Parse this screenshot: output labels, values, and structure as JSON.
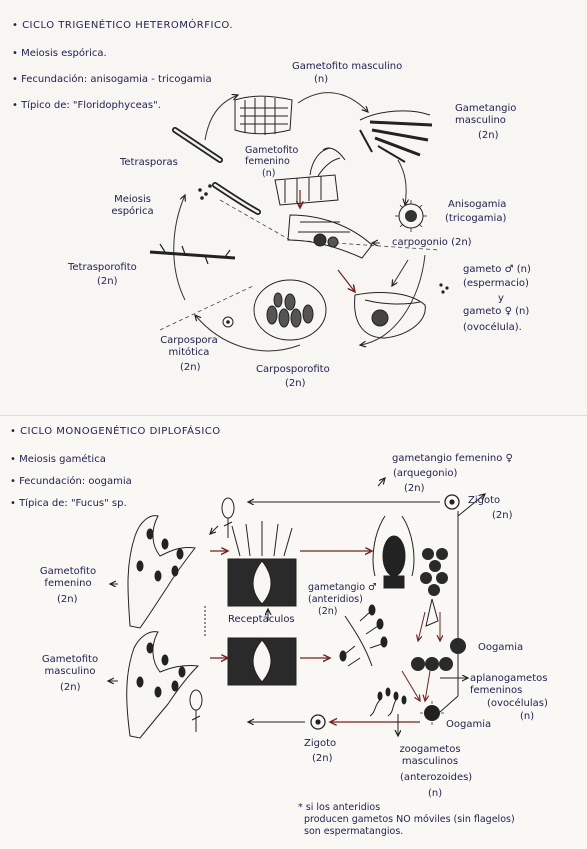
{
  "top": {
    "bullets": [
      "CICLO TRIGENÉTICO HETEROMÓRFICO.",
      "Meiosis espórica.",
      "Fecundación: anisogamia - tricogamia",
      "Típico de: \"Floridophyceas\"."
    ],
    "labels": {
      "gametofito_masculino": "Gametofito masculino",
      "gametofito_masculino_ploidy": "(n)",
      "gametangio_masculino": "Gametangio masculino",
      "gametangio_masculino_ploidy": "(2n)",
      "tetrasporas": "Tetrasporas",
      "gametofito_femenino": "Gametofito femenino",
      "gametofito_femenino_ploidy": "(n)",
      "meiosis_esporica": "Meiosis espórica",
      "anisogamia": "Anisogamia",
      "tricogamia": "(tricogamia)",
      "carpogonio": "carpogonio (2n)",
      "tetrasporofito": "Tetrasporofito",
      "tetrasporofito_ploidy": "(2n)",
      "gameto_masc": "gameto ♂ (n)",
      "espermacio": "(espermacio)",
      "y": "y",
      "gameto_fem": "gameto ♀ (n)",
      "ovocelula": "(ovocélula).",
      "carpospora": "Carpospora mitótica",
      "carpospora_ploidy": "(2n)",
      "carposporofito": "Carposporofito",
      "carposporofito_ploidy": "(2n)"
    }
  },
  "bottom": {
    "bullets": [
      "CICLO MONOGENÉTICO DIPLOFÁSICO",
      "Meiosis gamética",
      "Fecundación: oogamia",
      "Típica de: \"Fucus\" sp."
    ],
    "labels": {
      "gametangio_femenino": "gametangio femenino ♀",
      "arquegonio": "(arquegonio)",
      "gametangio_femenino_ploidy": "(2n)",
      "zigoto_top": "Zigoto",
      "zigoto_top_ploidy": "(2n)",
      "gametofito_femenino": "Gametofito femenino",
      "gametofito_femenino_ploidy": "(2n)",
      "gametangio_masc": "gametangio ♂",
      "anteridios": "(anteridios)",
      "gametangio_masc_ploidy": "(2n)",
      "receptaculos": "Receptáculos",
      "oogamia_1": "Oogamia",
      "gametofito_masculino": "Gametofito masculino",
      "gametofito_masculino_ploidy": "(2n)",
      "aplanogametos": "aplanogametos femeninos",
      "ovocelulas": "(ovocélulas)",
      "aplanogametos_ploidy": "(n)",
      "oogamia_2": "Oogamia",
      "zigoto_bottom": "Zigoto",
      "zigoto_bottom_ploidy": "(2n)",
      "zoogametos": "zoogametos masculinos",
      "anterozoides": "(anterozoides)",
      "zoogametos_ploidy": "(n)",
      "footnote_1": "* si los anteridios",
      "footnote_2": "producen gametos NO móviles (sin flagelos)",
      "footnote_3": "son espermatangios."
    }
  }
}
